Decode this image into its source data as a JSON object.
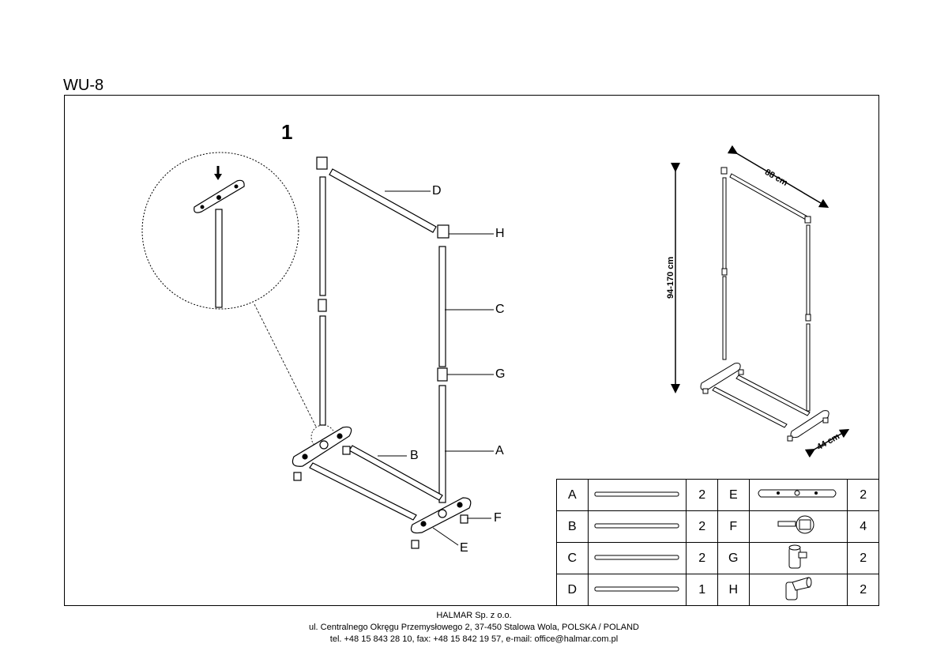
{
  "document": {
    "model": "WU-8",
    "step_number": "1"
  },
  "callouts": {
    "D": "D",
    "H": "H",
    "C": "C",
    "G": "G",
    "A": "A",
    "B": "B",
    "F": "F",
    "E": "E"
  },
  "dimensions": {
    "width": "88 cm",
    "height": "94-170 cm",
    "depth": "44 cm"
  },
  "parts_table": [
    {
      "left": {
        "code": "A",
        "icon": "long-tube-icon",
        "qty": "2"
      },
      "right": {
        "code": "E",
        "icon": "base-foot-icon",
        "qty": "2"
      }
    },
    {
      "left": {
        "code": "B",
        "icon": "long-tube-icon",
        "qty": "2"
      },
      "right": {
        "code": "F",
        "icon": "caster-wheel-icon",
        "qty": "4"
      }
    },
    {
      "left": {
        "code": "C",
        "icon": "long-tube-icon",
        "qty": "2"
      },
      "right": {
        "code": "G",
        "icon": "height-clamp-icon",
        "qty": "2"
      }
    },
    {
      "left": {
        "code": "D",
        "icon": "long-tube-icon",
        "qty": "1"
      },
      "right": {
        "code": "H",
        "icon": "corner-connector-icon",
        "qty": "2"
      }
    }
  ],
  "footer": {
    "company": "HALMAR Sp. z o.o.",
    "address": "ul. Centralnego Okręgu Przemysłowego 2, 37-450 Stalowa Wola, POLSKA / POLAND",
    "contact": "tel. +48 15 843 28 10, fax: +48 15 842 19 57, e-mail: office@halmar.com.pl"
  }
}
